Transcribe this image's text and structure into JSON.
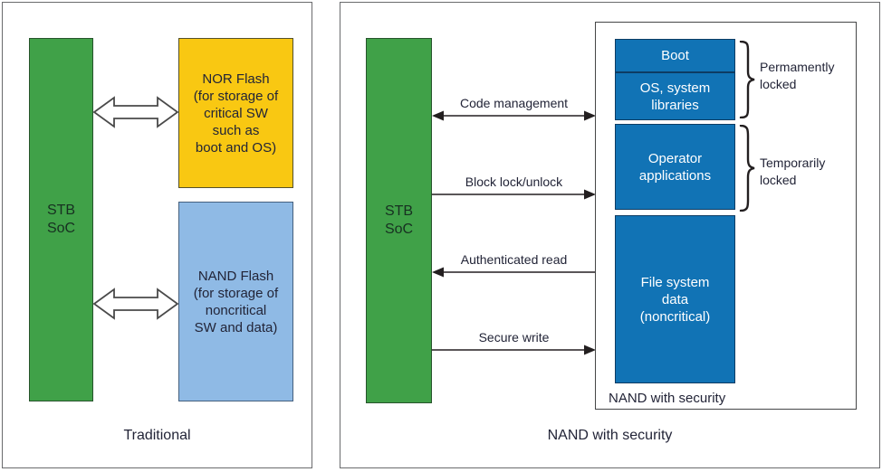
{
  "traditional": {
    "caption": "Traditional",
    "soc": {
      "lines": [
        "STB",
        "SoC"
      ]
    },
    "nor": {
      "lines": [
        "NOR Flash",
        "(for storage of",
        "critical SW",
        "such as",
        "boot and OS)"
      ]
    },
    "nand": {
      "lines": [
        "NAND Flash",
        "(for storage of",
        "noncritical",
        "SW and data)"
      ]
    }
  },
  "secure": {
    "caption": "NAND with security",
    "container_label": "NAND with security",
    "soc": {
      "lines": [
        "STB",
        "SoC"
      ]
    },
    "arrows": [
      {
        "label": "Code management",
        "direction": "both"
      },
      {
        "label": "Block lock/unlock",
        "direction": "right"
      },
      {
        "label": "Authenticated read",
        "direction": "left"
      },
      {
        "label": "Secure write",
        "direction": "right"
      }
    ],
    "sections": [
      {
        "lines": [
          "Boot"
        ]
      },
      {
        "lines": [
          "OS, system",
          "libraries"
        ]
      },
      {
        "lines": [
          "Operator",
          "applications"
        ]
      },
      {
        "lines": [
          "File system",
          "data",
          "(noncritical)"
        ]
      }
    ],
    "braces": [
      {
        "lines": [
          "Permamently",
          "locked"
        ]
      },
      {
        "lines": [
          "Temporarily",
          "locked"
        ]
      }
    ]
  },
  "colors": {
    "soc_green": "#40a148",
    "nor_yellow": "#f9c812",
    "nand_light_blue": "#8fbae5",
    "secure_dark_blue": "#1173b5",
    "line_black": "#231f20",
    "panel_border_gray": "#6a6b6d",
    "text_dark": "#222437",
    "text_on_blue": "#ffffff"
  }
}
